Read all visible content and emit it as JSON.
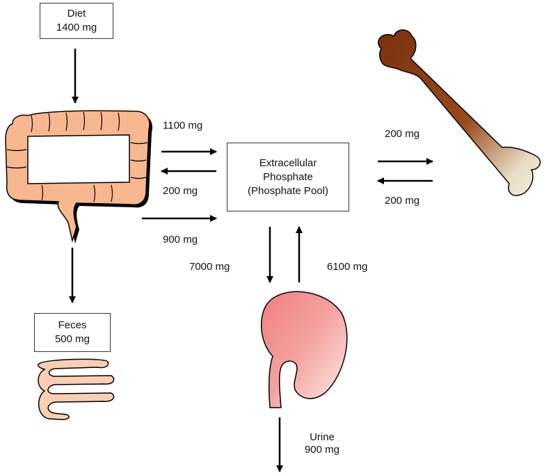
{
  "boxes": {
    "diet": {
      "line1": "Diet",
      "line2": "1400 mg"
    },
    "feces": {
      "line1": "Feces",
      "line2": "500 mg"
    },
    "pool": {
      "line1": "Extracellular",
      "line2": "Phosphate",
      "line3": "(Phosphate Pool)"
    }
  },
  "flows": {
    "gut_to_pool": "1100 mg",
    "pool_to_gut": "200 mg",
    "gut_absorption_net": "900 mg",
    "pool_to_bone": "200 mg",
    "bone_to_pool": "200 mg",
    "pool_to_kidney": "7000 mg",
    "kidney_to_pool": "6100 mg"
  },
  "urine": {
    "line1": "Urine",
    "line2": "900 mg"
  },
  "colors": {
    "colon_fill": "#f8b88f",
    "colon_shadow": "#000000",
    "stool_fill": "#f9ceb2",
    "bone_dark": "#8a3c12",
    "bone_light": "#f2ecd8",
    "kidney_fill": "#f28e8e",
    "kidney_light": "#fbe8e4",
    "arrow": "#000000"
  }
}
